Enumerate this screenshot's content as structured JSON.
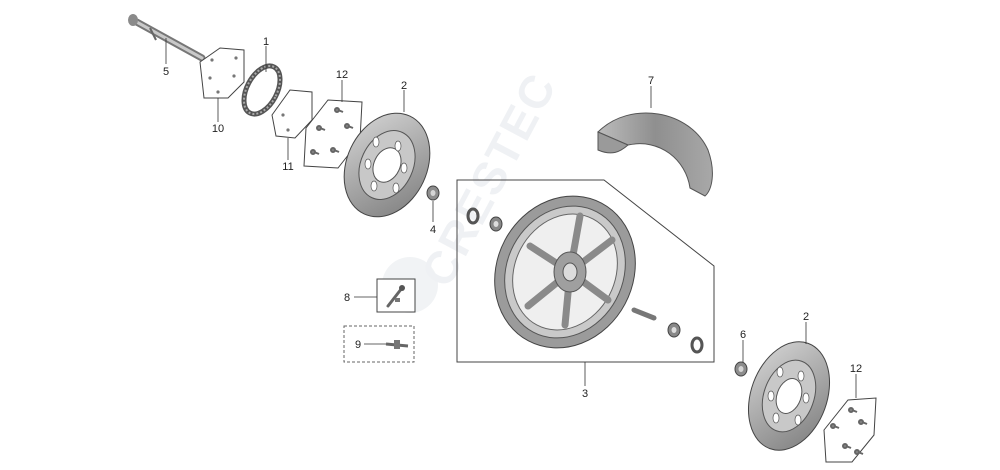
{
  "watermark": "CRESTEC",
  "callouts": {
    "c1": "1",
    "c2a": "2",
    "c2b": "2",
    "c3": "3",
    "c4": "4",
    "c5": "5",
    "c6": "6",
    "c7": "7",
    "c8": "8",
    "c9": "9",
    "c10": "10",
    "c11": "11",
    "c12a": "12",
    "c12b": "12"
  }
}
